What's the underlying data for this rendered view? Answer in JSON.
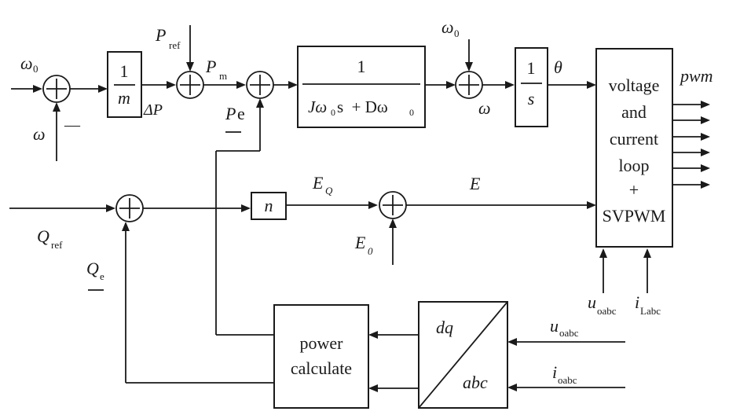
{
  "labels": {
    "omega0": "ω",
    "zero": "0",
    "omega": "ω",
    "minus": "—",
    "one": "1",
    "m": "m",
    "deltaP": "ΔP",
    "P": "P",
    "ref": "ref",
    "Pm_sub": "m",
    "Pe": "P",
    "Pe_e": "e",
    "swing_num": "1",
    "swing_J": "Jω",
    "swing_s_rest": "s  + Dω",
    "s": "s",
    "theta": "θ",
    "pwm": "pwm",
    "ctrl_line1": "voltage",
    "ctrl_line2": "and",
    "ctrl_line3": "current",
    "ctrl_line4": "loop",
    "ctrl_line5": "+",
    "ctrl_line6": "SVPWM",
    "Q": "Q",
    "Qref_sub": "ref",
    "Qe_sub": "e",
    "n": "n",
    "E": "E",
    "EQ_sub": "Q",
    "E0_sub": "0",
    "u": "u",
    "i": "i",
    "oabc": "oabc",
    "Labc": "Labc",
    "power_line1": "power",
    "power_line2": "calculate",
    "dq": "dq",
    "abc": "abc"
  }
}
